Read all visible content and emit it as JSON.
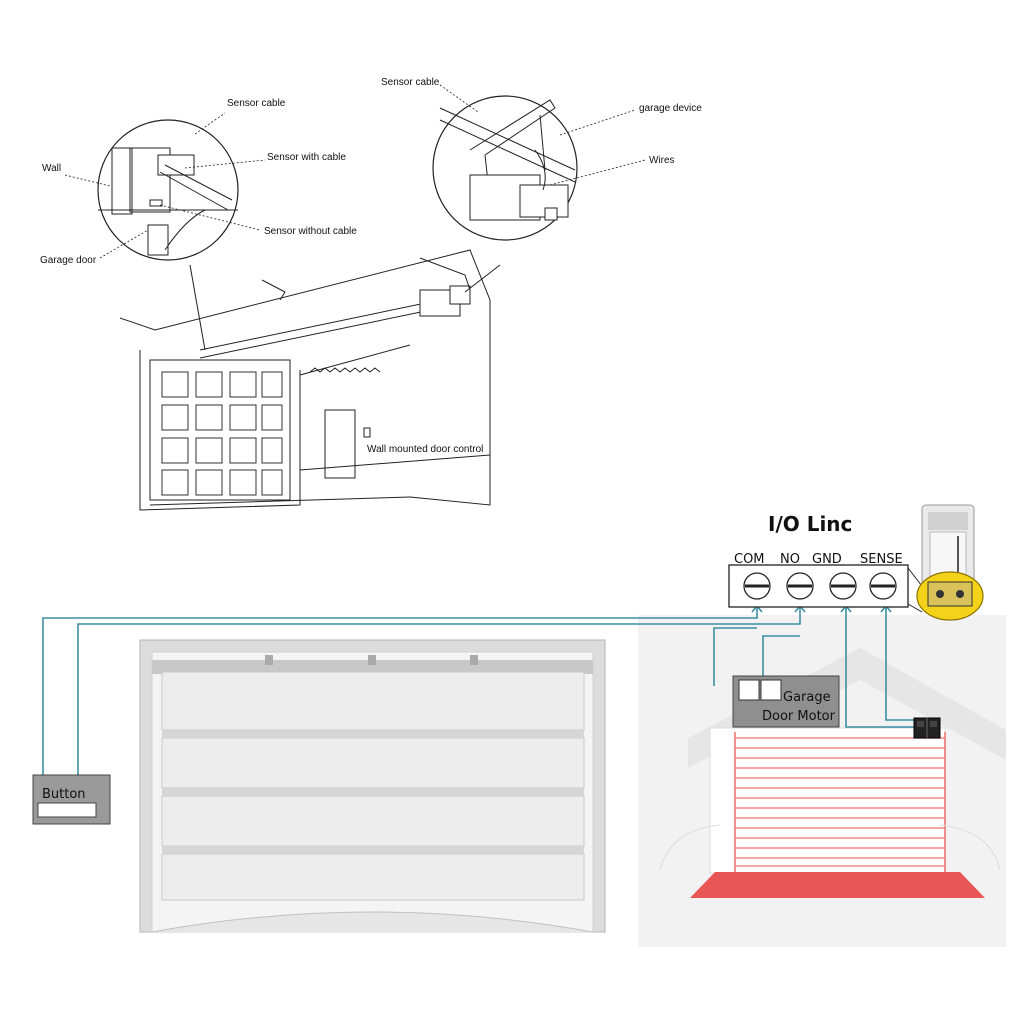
{
  "callouts": {
    "left": {
      "sensor_cable": "Sensor cable",
      "wall": "Wall",
      "sensor_with_cable": "Sensor with cable",
      "sensor_without_cable": "Sensor without cable",
      "garage_door": "Garage door"
    },
    "right": {
      "sensor_cable": "Sensor cable",
      "garage_device": "garage device",
      "wires": "Wires"
    }
  },
  "wall_control_label": "Wall mounted door control",
  "io_linc": {
    "title": "I/O Linc",
    "terminals": [
      "COM",
      "NO",
      "GND",
      "SENSE"
    ]
  },
  "button_label": "Button",
  "motor_label": [
    "Garage",
    "Door Motor"
  ],
  "colors": {
    "wire": "#3d8fa3",
    "highlight": "#f5d21a",
    "laser": "#f06a6a"
  }
}
